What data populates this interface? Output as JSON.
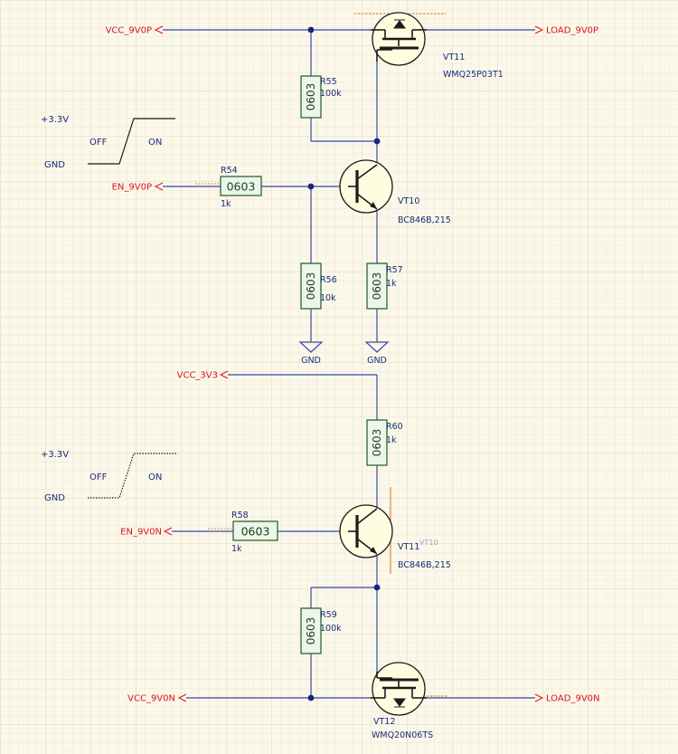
{
  "nets": {
    "vcc_9v0p": "VCC_9V0P",
    "load_9v0p": "LOAD_9V0P",
    "en_9v0p": "EN_9V0P",
    "vcc_3v3": "VCC_3V3",
    "en_9v0n": "EN_9V0N",
    "vcc_9v0n": "VCC_9V0N",
    "load_9v0n": "LOAD_9V0N",
    "gnd": "GND"
  },
  "annotations": {
    "top": {
      "supply": "+3.3V",
      "ground": "GND",
      "off": "OFF",
      "on": "ON"
    },
    "bottom": {
      "supply": "+3.3V",
      "ground": "GND",
      "off": "OFF",
      "on": "ON"
    }
  },
  "components": {
    "r55": {
      "ref": "R55",
      "value": "100k",
      "package": "0603"
    },
    "r54": {
      "ref": "R54",
      "value": "1k",
      "package": "0603"
    },
    "r56": {
      "ref": "R56",
      "value": "10k",
      "package": "0603"
    },
    "r57": {
      "ref": "R57",
      "value": "1k",
      "package": "0603"
    },
    "r60": {
      "ref": "R60",
      "value": "1k",
      "package": "0603"
    },
    "r58": {
      "ref": "R58",
      "value": "1k",
      "package": "0603"
    },
    "r59": {
      "ref": "R59",
      "value": "100k",
      "package": "0603"
    },
    "vt11_top": {
      "ref": "VT11",
      "part": "WMQ25P03T1"
    },
    "vt10": {
      "ref": "VT10",
      "part": "BC846B,215"
    },
    "vt11_bottom": {
      "ref": "VT11",
      "ghost": "VT10",
      "part": "BC846B,215"
    },
    "vt12": {
      "ref": "VT12",
      "part": "WMQ20N06TS"
    }
  },
  "colors": {
    "background": "#fbf8ea",
    "grid_minor": "#ece8d6",
    "grid_major": "#ddd8c2",
    "wire": "#3549a8",
    "junction": "#1a237e",
    "net_label": "#d8141c",
    "component_body": "#fffde0",
    "component_outline": "#1b1b1b",
    "resistor_body": "#ecf6ea",
    "resistor_outline": "#1e5a1e",
    "text": "#1b2a7a"
  }
}
